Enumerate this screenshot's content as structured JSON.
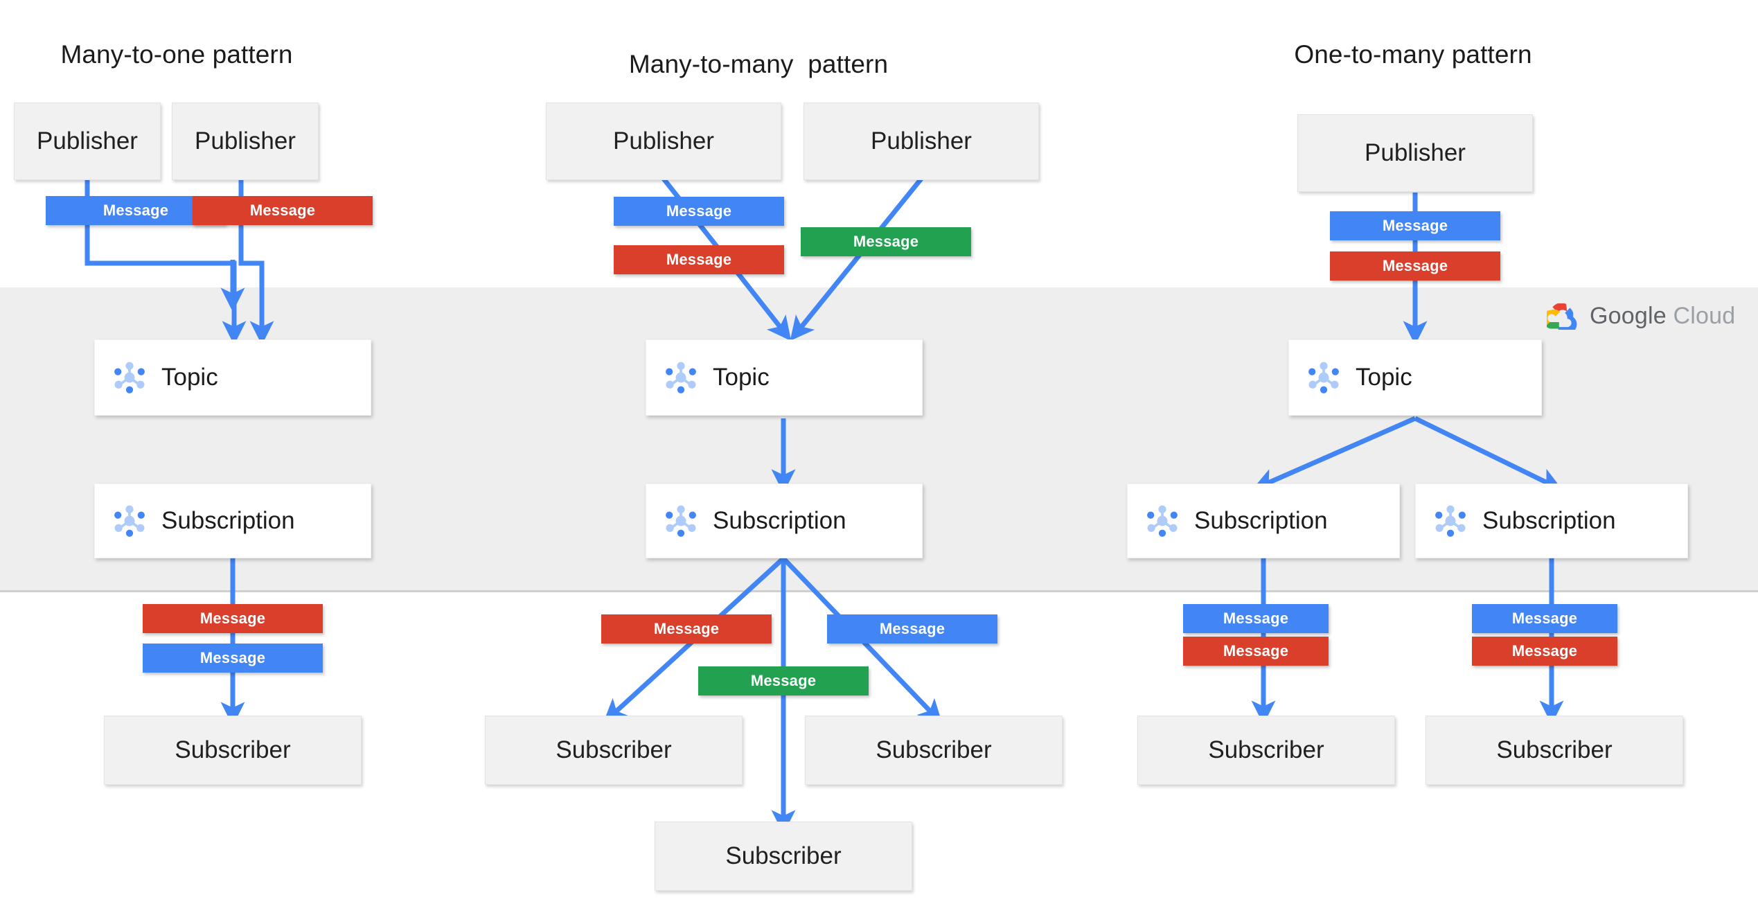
{
  "diagram": {
    "title_not_shown": "",
    "brand": {
      "name_primary": "Google",
      "name_secondary": " Cloud",
      "logo_colors": {
        "red": "#ea4335",
        "yellow": "#fbbc05",
        "green": "#34a853",
        "blue": "#4285f4"
      },
      "wordmark_color": "#5f6368"
    },
    "palette": {
      "message_blue": "#4285f4",
      "message_red": "#d93f2b",
      "message_green": "#22a150",
      "arrow_blue": "#4285f4",
      "cloud_band": "#eeeeee",
      "node_grey": "#f1f1f1",
      "node_white": "#ffffff",
      "icon_blue_dark": "#4285f4",
      "icon_blue_light": "#aecbfa"
    },
    "labels": {
      "publisher": "Publisher",
      "subscriber": "Subscriber",
      "topic": "Topic",
      "subscription": "Subscription",
      "message": "Message"
    },
    "patterns": [
      {
        "id": "many-to-one",
        "title": "Many-to-one pattern",
        "publishers": [
          "Publisher",
          "Publisher"
        ],
        "publish_messages": [
          {
            "label": "Message",
            "color": "blue"
          },
          {
            "label": "Message",
            "color": "red"
          }
        ],
        "topics": [
          "Topic"
        ],
        "subscriptions": [
          "Subscription"
        ],
        "deliver_messages": [
          {
            "label": "Message",
            "color": "red"
          },
          {
            "label": "Message",
            "color": "blue"
          }
        ],
        "subscribers": [
          "Subscriber"
        ]
      },
      {
        "id": "many-to-many",
        "title": "Many-to-many  pattern",
        "publishers": [
          "Publisher",
          "Publisher"
        ],
        "publish_messages": [
          {
            "label": "Message",
            "color": "blue"
          },
          {
            "label": "Message",
            "color": "red"
          },
          {
            "label": "Message",
            "color": "green"
          }
        ],
        "topics": [
          "Topic"
        ],
        "subscriptions": [
          "Subscription"
        ],
        "deliver_messages": [
          {
            "label": "Message",
            "color": "red"
          },
          {
            "label": "Message",
            "color": "blue"
          },
          {
            "label": "Message",
            "color": "green"
          }
        ],
        "subscribers": [
          "Subscriber",
          "Subscriber",
          "Subscriber"
        ]
      },
      {
        "id": "one-to-many",
        "title": "One-to-many pattern",
        "publishers": [
          "Publisher"
        ],
        "publish_messages": [
          {
            "label": "Message",
            "color": "blue"
          },
          {
            "label": "Message",
            "color": "red"
          }
        ],
        "topics": [
          "Topic"
        ],
        "subscriptions": [
          "Subscription",
          "Subscription"
        ],
        "deliver_messages": [
          {
            "label": "Message",
            "color": "blue"
          },
          {
            "label": "Message",
            "color": "red"
          },
          {
            "label": "Message",
            "color": "blue"
          },
          {
            "label": "Message",
            "color": "red"
          }
        ],
        "subscribers": [
          "Subscriber",
          "Subscriber"
        ]
      }
    ]
  }
}
